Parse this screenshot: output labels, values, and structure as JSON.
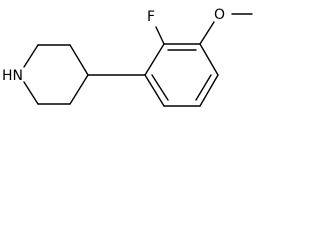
{
  "molecule": {
    "atoms": {
      "nh": "HN",
      "f": "F",
      "o": "O"
    }
  }
}
